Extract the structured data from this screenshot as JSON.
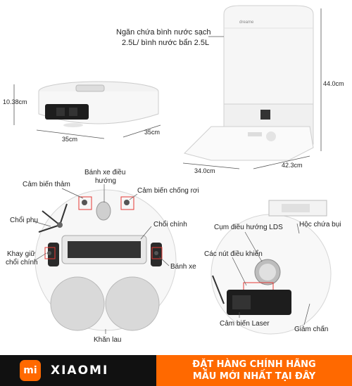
{
  "dimensions": {
    "robot_height": "10.38cm",
    "robot_width": "35cm",
    "robot_depth": "35cm",
    "station_height": "44.0cm",
    "station_width": "34.0cm",
    "station_depth": "42.3cm"
  },
  "station": {
    "tank_label_line1": "Ngăn chứa bình nước sạch",
    "tank_label_line2": "2.5L/ bình nước bẩn 2.5L",
    "brand_mark": "dreame"
  },
  "bottom_view": {
    "carpet_sensor": "Cảm biến thảm",
    "steering_wheel_line1": "Bánh xe điều",
    "steering_wheel_line2": "hướng",
    "cliff_sensor": "Cảm biến chống rơi",
    "side_brush": "Chổi phụ",
    "main_brush": "Chổi chính",
    "brush_holder_line1": "Khay giữ",
    "brush_holder_line2": "chổi chính",
    "wheel": "Bánh xe",
    "mop": "Khăn lau"
  },
  "top_view": {
    "dust_box": "Hộc chứa bụi",
    "lds": "Cụm điều hướng LDS",
    "buttons": "Các nút điều khiển",
    "laser": "Cảm biến Laser",
    "bumper": "Giảm chấn"
  },
  "footer": {
    "logo_text": "mi",
    "brand": "XIAOMI",
    "promo_line1": "ĐẶT HÀNG CHÍNH HÃNG",
    "promo_line2": "MẪU MỚI NHẤT TẠI ĐÂY",
    "colors": {
      "brand_orange": "#ff6900",
      "dark": "#111111"
    }
  }
}
